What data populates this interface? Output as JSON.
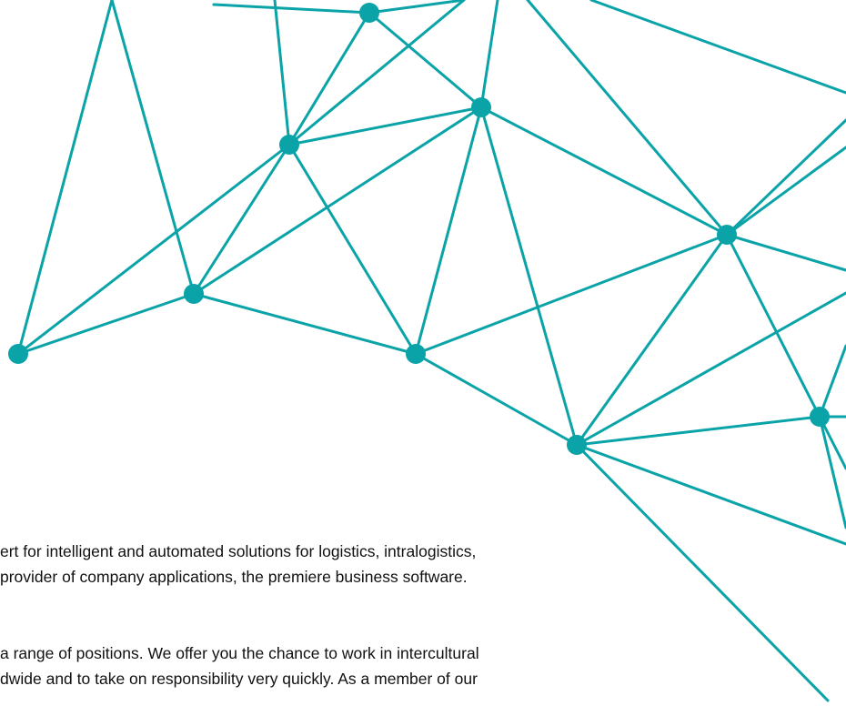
{
  "graphic": {
    "icon": "network-graph",
    "line_color": "#0aa3a8",
    "node_color": "#0aa3a8"
  },
  "content": {
    "paragraph_1": [
      "ert for intelligent and automated solutions for logistics, intralogistics,",
      "provider of company applications, the premiere business software."
    ],
    "paragraph_2": [
      "a range of positions. We offer you the chance to work in intercultural",
      "dwide and to take on responsibility very quickly. As a member of our"
    ]
  }
}
